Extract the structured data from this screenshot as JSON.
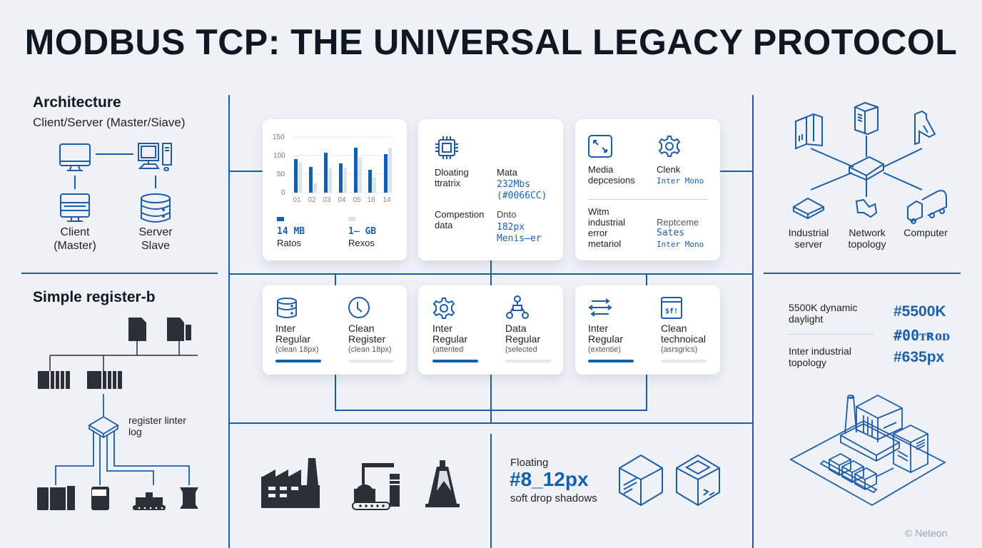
{
  "title": "MODBUS TCP: THE UNIVERSAL LEGACY PROTOCOL",
  "architecture": {
    "heading": "Architecture",
    "subheading": "Client/Server (Master/Siave)",
    "client_label_1": "Client",
    "client_label_2": "(Master)",
    "server_label_1": "Server",
    "server_label_2": "Slave"
  },
  "register": {
    "heading": "Simple register-b",
    "hub_label_1": "register linter",
    "hub_label_2": "log"
  },
  "chart_data": {
    "type": "bar",
    "categories": [
      "01",
      "02",
      "03",
      "04",
      "05",
      "18",
      "14"
    ],
    "series": [
      {
        "name": "Ratos",
        "color": "#1460b0",
        "values": [
          90,
          70,
          108,
          78,
          122,
          62,
          105
        ]
      },
      {
        "name": "Rexos",
        "color": "#dde3ec",
        "values": [
          80,
          25,
          68,
          68,
          97,
          43,
          123
        ]
      }
    ],
    "yticks": [
      "150",
      "100",
      "50",
      "0"
    ],
    "ylim": [
      0,
      150
    ],
    "grid": true,
    "legend": [
      {
        "value": "14 MB",
        "label": "Ratos"
      },
      {
        "value": "1̶ GB",
        "label": "Rexos"
      }
    ]
  },
  "card_metrics": {
    "left_1": "Dloating",
    "left_2": "ttratrix",
    "right_title": "Mata",
    "right_val_1": "232Mbs",
    "right_val_2": "(#0066CC)",
    "left_b1": "Compestion",
    "left_b2": "data",
    "right_b_title": "Dnto",
    "right_b_val_1": "182px",
    "right_b_val_2": "Menis̶er"
  },
  "card_media": {
    "a1": "Media",
    "a2": "depcesions",
    "b1": "Clenk",
    "b2": "Inter Mono",
    "c1": "Witm",
    "c2": "industrial",
    "c3": "error",
    "c4": "metariol",
    "d1": "Reptceme",
    "d2": "Sates",
    "d3": "Inter Mono"
  },
  "feature_cards": [
    {
      "items": [
        {
          "l1": "Inter",
          "l2": "Regular",
          "l3": "(clean 18px)",
          "active": true
        },
        {
          "l1": "Clean",
          "l2": "Register",
          "l3": "(clean 18px)",
          "active": false
        }
      ]
    },
    {
      "items": [
        {
          "l1": "Inter",
          "l2": "Regular",
          "l3": "(attented",
          "active": true
        },
        {
          "l1": "Data",
          "l2": "Regular",
          "l3": "(selected",
          "active": false
        }
      ]
    },
    {
      "items": [
        {
          "l1": "Inter",
          "l2": "Regular",
          "l3": "(extentie)",
          "active": true
        },
        {
          "l1": "Clean",
          "l2": "technoical",
          "l3": "(asrsgrics)",
          "active": false
        }
      ]
    }
  ],
  "topology": {
    "labels": [
      {
        "l1": "Industrial",
        "l2": "server"
      },
      {
        "l1": "Network",
        "l2": "topology"
      },
      {
        "l1": "Computer",
        "l2": ""
      }
    ]
  },
  "specs": {
    "row1_label_1": "5500K dynamic",
    "row1_label_2": "daylight",
    "row2_label_1": "Inter industrial",
    "row2_label_2": "topology",
    "val_1": "#5500K",
    "val_2": "#00ᴛʀᴏᴅ",
    "val_3": "#635px"
  },
  "floating": {
    "label": "Floating",
    "value": "#8_12px",
    "caption": "soft drop shadows"
  },
  "footer": {
    "copyright": "© Neteon"
  },
  "colors": {
    "accent": "#1460b0",
    "line": "#1e5ba8",
    "background": "#eef2f7",
    "dark_icon": "#2b2f36"
  }
}
